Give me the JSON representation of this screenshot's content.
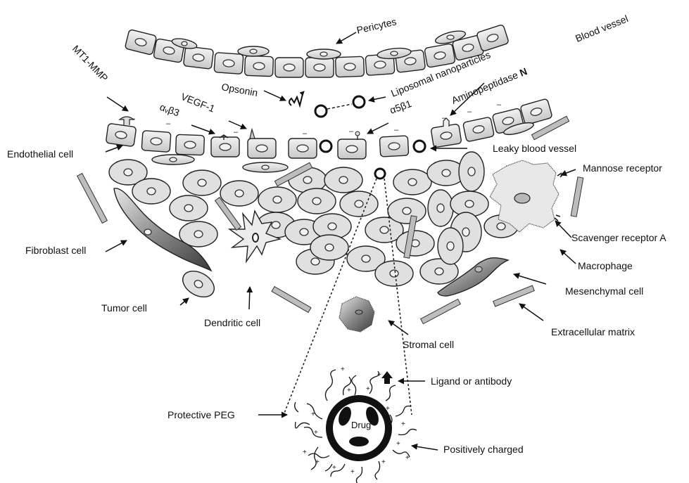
{
  "labels": {
    "pericytes": "Pericytes",
    "blood_vessel": "Blood vessel",
    "liposomal_nanoparticles": "Liposomal nanoparticles",
    "aminopeptidase": "Aminopeptidase",
    "aminopeptidase_n": "N",
    "mt1_mmp": "MT1-MMP",
    "opsonin": "Opsonin",
    "vegf1": "VEGF-1",
    "integrin_avb3": "αᵥβ3",
    "integrin_a5b1": "α5β1",
    "endothelial_cell": "Endothelial cell",
    "leaky_blood_vessel": "Leaky blood vessel",
    "mannose_receptor": "Mannose receptor",
    "scavenger_receptor_a": "Scavenger receptor A",
    "fibroblast_cell": "Fibroblast cell",
    "macrophage": "Macrophage",
    "mesenchymal_cell": "Mesenchymal cell",
    "tumor_cell": "Tumor cell",
    "dendritic_cell": "Dendritic cell",
    "extracellular_matrix": "Extracellular matrix",
    "stromal_cell": "Stromal cell",
    "ligand_or_antibody": "Ligand or antibody",
    "protective_peg": "Protective PEG",
    "drug": "Drug",
    "positively_charged": "Positively charged"
  }
}
